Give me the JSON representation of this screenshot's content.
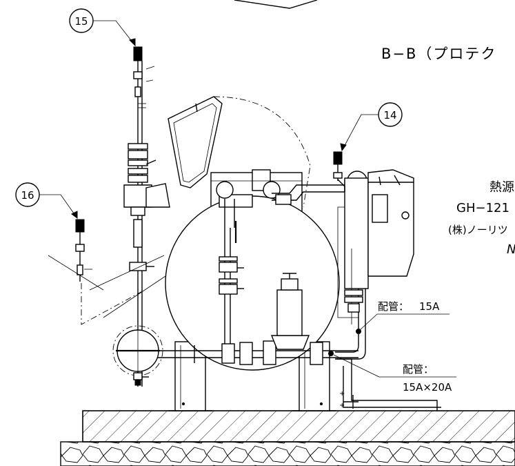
{
  "view_title": "B−B（プロテク",
  "callouts": {
    "c14": "14",
    "c15": "15",
    "c16": "16"
  },
  "labels": {
    "heat_source_line1": "熱源",
    "heat_source_line2": "GH−121",
    "heat_source_line3": "(株)ノーリツ",
    "heat_source_line4": "N",
    "pipe_15a_prefix": "配管：",
    "pipe_15a_size": "15A",
    "pipe_mixed_prefix": "配管：",
    "pipe_mixed_size": "15A×20A"
  },
  "colors": {
    "line": "#000000",
    "background": "#ffffff"
  }
}
